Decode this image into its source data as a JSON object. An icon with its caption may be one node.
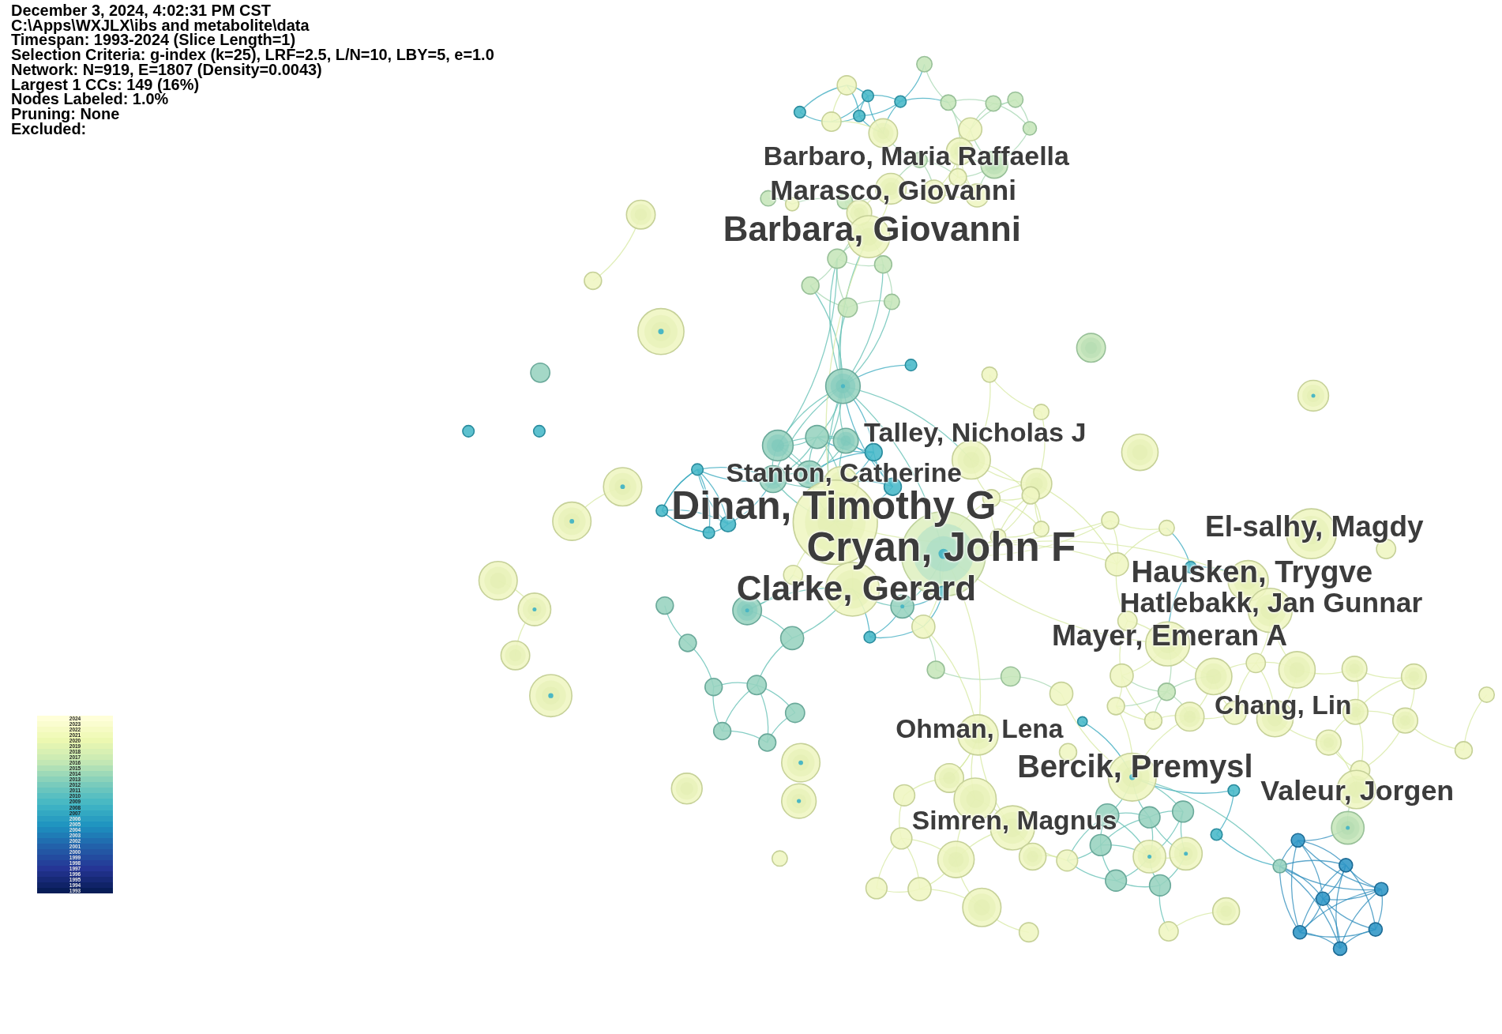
{
  "diagram": {
    "labels": [
      "December 3, 2024, 4:02:31 PM CST",
      "C:\\Apps\\WXJLX\\ibs and metabolite\\data",
      "Timespan: 1993-2024 (Slice Length=1)",
      "Selection Criteria: g-index (k=25), LRF=2.5, L/N=10, LBY=5, e=1.0",
      "Network: N=919, E=1807 (Density=0.0043)",
      "Largest 1 CCs: 149 (16%)",
      "Nodes Labeled: 1.0%",
      "Pruning: None",
      "Excluded:",
      "Barbaro, Maria Raffaella",
      "Marasco, Giovanni",
      "Barbara, Giovanni",
      "Talley, Nicholas J",
      "Stanton, Catherine",
      "Dinan, Timothy G",
      "El-salhy, Magdy",
      "Cryan, John F",
      "Hausken, Trygve",
      "Clarke, Gerard",
      "Hatlebakk, Jan Gunnar",
      "Mayer, Emeran A",
      "Chang, Lin",
      "Ohman, Lena",
      "Bercik, Premysl",
      "Valeur, Jorgen",
      "Simren, Magnus"
    ],
    "legend": [
      {
        "text": "2024",
        "color": "#ffffd9"
      },
      {
        "text": "2023",
        "color": "#fafdcf"
      },
      {
        "text": "2022",
        "color": "#f6fbc4"
      },
      {
        "text": "2021",
        "color": "#f1faba"
      },
      {
        "text": "2020",
        "color": "#ecf8b1"
      },
      {
        "text": "2019",
        "color": "#e2f4b2"
      },
      {
        "text": "2018",
        "color": "#d8f0b3"
      },
      {
        "text": "2017",
        "color": "#ceecb3"
      },
      {
        "text": "2016",
        "color": "#c2e7b4"
      },
      {
        "text": "2015",
        "color": "#b0e0b6"
      },
      {
        "text": "2014",
        "color": "#9dd9b8"
      },
      {
        "text": "2013",
        "color": "#8bd2ba"
      },
      {
        "text": "2012",
        "color": "#79cbbc"
      },
      {
        "text": "2011",
        "color": "#69c5be"
      },
      {
        "text": "2010",
        "color": "#59bfc1"
      },
      {
        "text": "2009",
        "color": "#49b9c3"
      },
      {
        "text": "2008",
        "color": "#3cb1c4"
      },
      {
        "text": "2007",
        "color": "#33a8c2"
      },
      {
        "text": "2006",
        "color": "#2a9ec1"
      },
      {
        "text": "2005",
        "color": "#2095c0"
      },
      {
        "text": "2004",
        "color": "#1e89bc"
      },
      {
        "text": "2003",
        "color": "#1f7cb6"
      },
      {
        "text": "2002",
        "color": "#206eb0"
      },
      {
        "text": "2001",
        "color": "#2261aa"
      },
      {
        "text": "2000",
        "color": "#2356a4"
      },
      {
        "text": "1999",
        "color": "#234b9f"
      },
      {
        "text": "1998",
        "color": "#24409a"
      },
      {
        "text": "1997",
        "color": "#253595"
      },
      {
        "text": "1996",
        "color": "#1e2f86"
      },
      {
        "text": "1995",
        "color": "#172977"
      },
      {
        "text": "1994",
        "color": "#102368"
      },
      {
        "text": "1993",
        "color": "#081d58"
      }
    ]
  }
}
